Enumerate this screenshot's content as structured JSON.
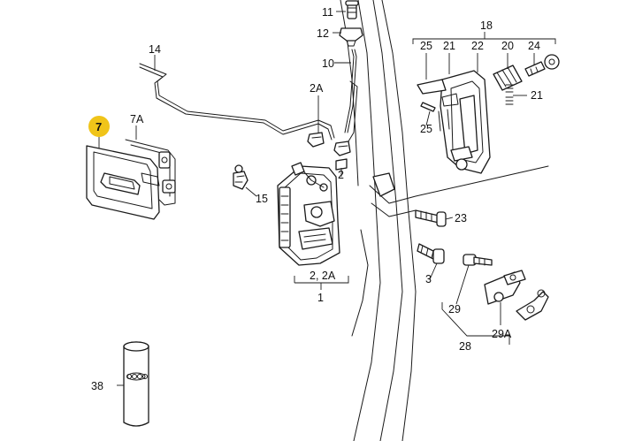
{
  "diagram": {
    "highlight_color": "#f0c419",
    "line_color": "#1a1a1a",
    "highlighted_part": "7",
    "labels": {
      "p1": "1",
      "p2": "2",
      "p2_2a": "2, 2A",
      "p2a": "2A",
      "p3": "3",
      "p7": "7",
      "p7a": "7A",
      "p10": "10",
      "p11": "11",
      "p12": "12",
      "p14": "14",
      "p15": "15",
      "p18": "18",
      "p20": "20",
      "p21_top": "21",
      "p21_side": "21",
      "p22": "22",
      "p23": "23",
      "p24": "24",
      "p25_top": "25",
      "p25_side": "25",
      "p28": "28",
      "p29": "29",
      "p29a": "29A",
      "p38": "38"
    }
  }
}
